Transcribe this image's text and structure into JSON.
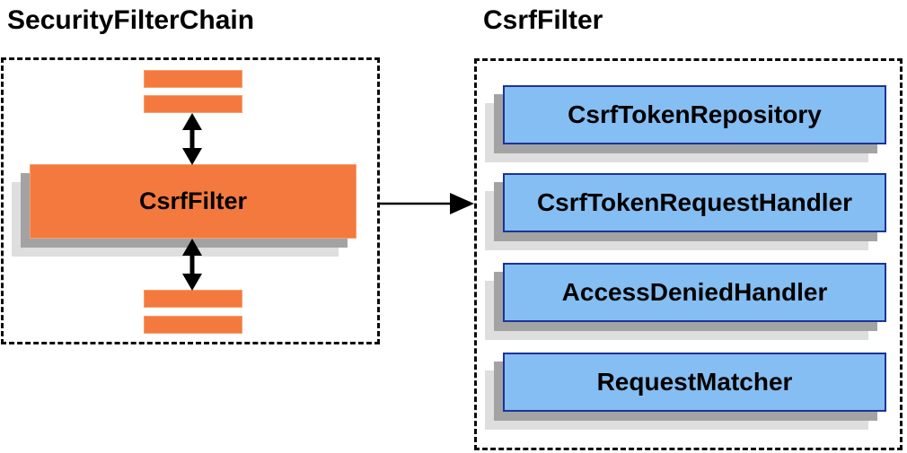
{
  "diagram": {
    "left_panel": {
      "title": "SecurityFilterChain",
      "csrf_filter_label": "CsrfFilter"
    },
    "right_panel": {
      "title": "CsrfFilter",
      "components": [
        {
          "label": "CsrfTokenRepository"
        },
        {
          "label": "CsrfTokenRequestHandler"
        },
        {
          "label": "AccessDeniedHandler"
        },
        {
          "label": "RequestMatcher"
        }
      ]
    },
    "colors": {
      "orange_fill": "#f4793e",
      "orange_border": "#f89e6b",
      "blue_fill": "#85bef2",
      "blue_border": "#1c339c",
      "shadow_dark": "#a3a3a3",
      "shadow_light": "#dedede",
      "line": "#000000"
    }
  }
}
